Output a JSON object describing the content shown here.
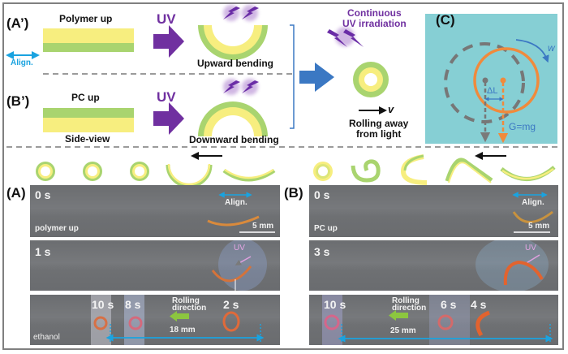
{
  "top": {
    "panel_a_prime": {
      "tag": "(A’)",
      "film_label": "Polymer up",
      "uv_label": "UV",
      "result_label": "Upward bending",
      "align_label": "Align."
    },
    "panel_b_prime": {
      "tag": "(B’)",
      "film_label": "PC up",
      "view_label": "Side-view",
      "uv_label": "UV",
      "result_label": "Downward bending"
    },
    "rolling": {
      "uv_label_line1": "Continuous",
      "uv_label_line2": "UV irradiation",
      "velocity_symbol": "v",
      "caption_line1": "Rolling away",
      "caption_line2": "from light"
    },
    "panel_c": {
      "tag": "(C)",
      "omega_symbol": "w",
      "delta_label": "ΔL",
      "gravity_label": "G=mg"
    }
  },
  "strip": {
    "direction_icon": "arrow-left-icon",
    "a_shapes": [
      "ring",
      "ring",
      "ring",
      "arc",
      "shallow-arc"
    ],
    "b_shapes": [
      "ring",
      "spiral",
      "c-curl",
      "peak",
      "shallow-arc"
    ]
  },
  "panel_a": {
    "tag": "(A)",
    "frames": [
      {
        "time": "0 s",
        "align_label": "Align.",
        "caption": "polymer up",
        "scale": "5 mm"
      },
      {
        "time": "1 s",
        "uv_label": "UV"
      },
      {
        "times": [
          "10 s",
          "8 s",
          "2 s"
        ],
        "direction_line1": "Rolling",
        "direction_line2": "direction",
        "distance": "18 mm",
        "caption": "ethanol"
      }
    ]
  },
  "panel_b": {
    "tag": "(B)",
    "frames": [
      {
        "time": "0 s",
        "align_label": "Align.",
        "caption": "PC up",
        "scale": "5 mm"
      },
      {
        "time": "3 s",
        "uv_label": "UV"
      },
      {
        "times": [
          "10 s",
          "6 s",
          "4 s"
        ],
        "direction_line1": "Rolling",
        "direction_line2": "direction",
        "distance": "25 mm"
      }
    ]
  },
  "colors": {
    "polymer_yellow": "#f7ee7f",
    "pc_green": "#a9d46f",
    "uv_purple": "#7030a0",
    "accent_blue": "#3b78c3",
    "align_cyan": "#1aa3e0",
    "panel_c_bg": "#86cfd4",
    "orange": "#f08a3c",
    "rolling_green": "#8cc63f"
  }
}
